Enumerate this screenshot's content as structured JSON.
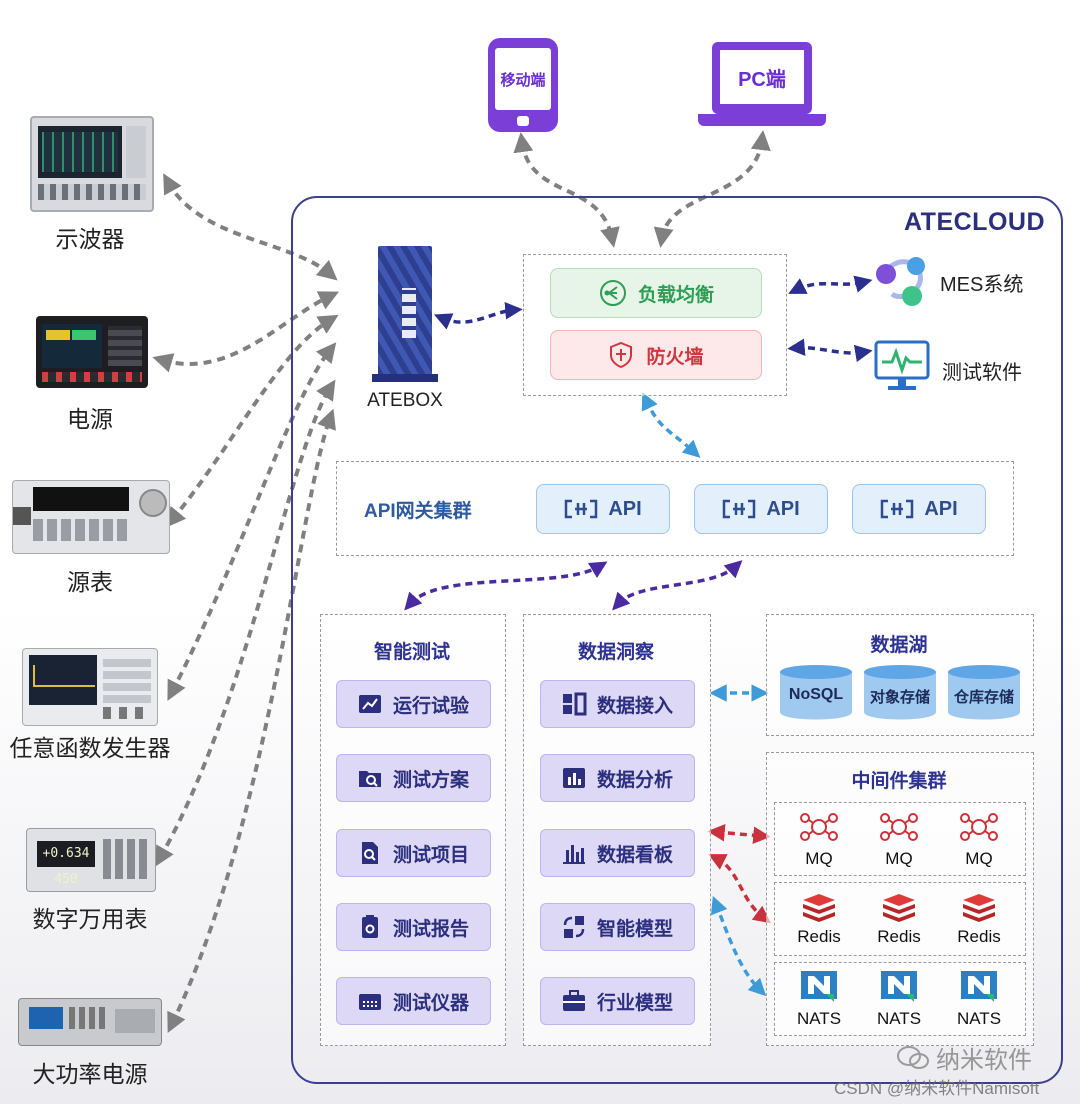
{
  "devices": [
    {
      "label": "示波器"
    },
    {
      "label": "电源"
    },
    {
      "label": "源表"
    },
    {
      "label": "任意函数发生器"
    },
    {
      "label": "数字万用表"
    },
    {
      "label": "大功率电源"
    }
  ],
  "clients": {
    "mobile": "移动端",
    "pc": "PC端"
  },
  "cloud": {
    "title": "ATECLOUD"
  },
  "atebox": {
    "label": "ATEBOX"
  },
  "gateway": {
    "load_balance": "负载均衡",
    "firewall": "防火墙"
  },
  "external": {
    "mes": "MES系统",
    "test_software": "测试软件"
  },
  "api_cluster": {
    "title": "API网关集群",
    "apis": [
      "API",
      "API",
      "API"
    ]
  },
  "smart_test": {
    "title": "智能测试",
    "items": [
      "运行试验",
      "测试方案",
      "测试项目",
      "测试报告",
      "测试仪器"
    ]
  },
  "data_insight": {
    "title": "数据洞察",
    "items": [
      "数据接入",
      "数据分析",
      "数据看板",
      "智能模型",
      "行业模型"
    ]
  },
  "data_lake": {
    "title": "数据湖",
    "stores": [
      "NoSQL",
      "对象存储",
      "仓库存储"
    ]
  },
  "middleware": {
    "title": "中间件集群",
    "mq": [
      "MQ",
      "MQ",
      "MQ"
    ],
    "redis": [
      "Redis",
      "Redis",
      "Redis"
    ],
    "nats": [
      "NATS",
      "NATS",
      "NATS"
    ]
  },
  "watermark": {
    "wechat": "纳米软件",
    "csdn": "CSDN @纳米软件Namisoft"
  },
  "colors": {
    "purple": "#7a3fd6",
    "navy": "#2b2f7e",
    "green": "#2f9d55",
    "red": "#d1363d",
    "arrow_gray": "#808080",
    "arrow_navy": "#2b2f8e",
    "arrow_blue": "#3d9bd8",
    "arrow_red": "#c8323c"
  }
}
